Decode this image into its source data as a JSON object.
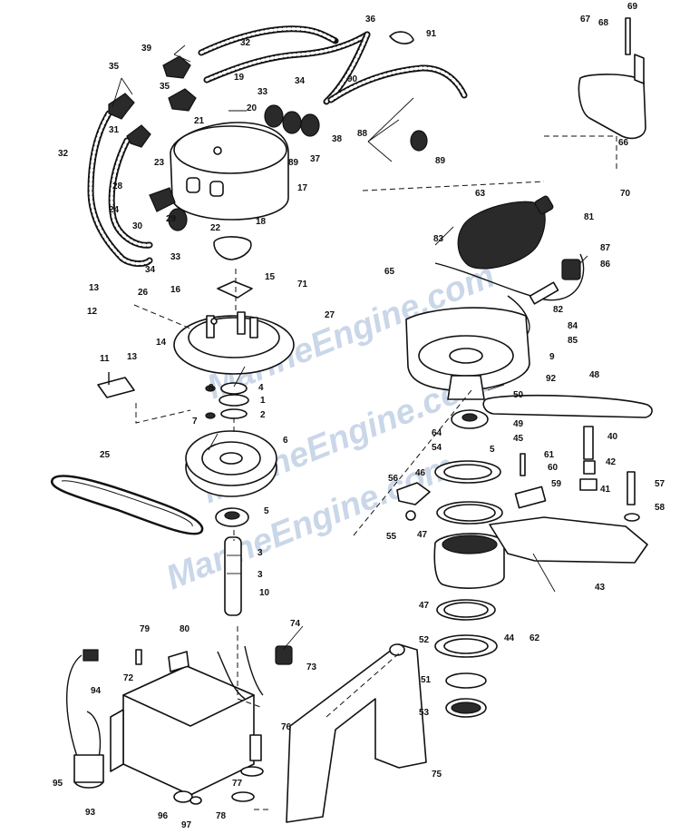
{
  "watermark": "MarineEngine.com",
  "callouts": [
    "1",
    "2",
    "3",
    "4",
    "5",
    "6",
    "7",
    "8",
    "9",
    "10",
    "11",
    "12",
    "13",
    "14",
    "15",
    "16",
    "17",
    "18",
    "19",
    "20",
    "21",
    "22",
    "23",
    "24",
    "25",
    "26",
    "27",
    "28",
    "29",
    "30",
    "31",
    "32",
    "33",
    "34",
    "35",
    "36",
    "37",
    "38",
    "39",
    "40",
    "41",
    "42",
    "43",
    "44",
    "45",
    "46",
    "47",
    "48",
    "49",
    "50",
    "51",
    "52",
    "53",
    "54",
    "55",
    "56",
    "57",
    "58",
    "59",
    "60",
    "61",
    "62",
    "63",
    "64",
    "65",
    "66",
    "67",
    "68",
    "69",
    "70",
    "71",
    "72",
    "73",
    "74",
    "75",
    "76",
    "77",
    "78",
    "79",
    "80",
    "81",
    "82",
    "83",
    "84",
    "85",
    "86",
    "87",
    "88",
    "89",
    "90",
    "91",
    "92",
    "93",
    "94",
    "95",
    "96",
    "97"
  ]
}
